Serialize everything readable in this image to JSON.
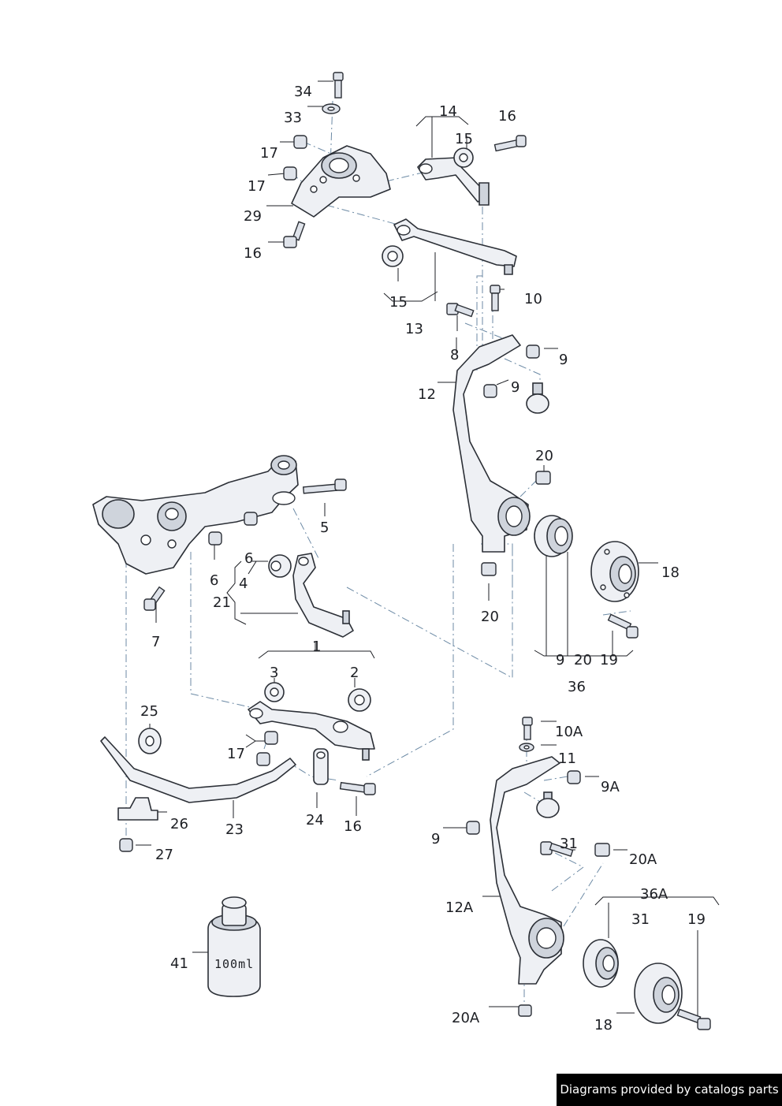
{
  "labels": {
    "l34": "34",
    "l33": "33",
    "l17a": "17",
    "l17b": "17",
    "l29": "29",
    "l16a": "16",
    "l14": "14",
    "l16b": "16",
    "l15a": "15",
    "l15b": "15",
    "l13": "13",
    "l10": "10",
    "l8": "8",
    "l9a": "9",
    "l9b": "9",
    "l12": "12",
    "l20a": "20",
    "l5": "5",
    "l6a": "6",
    "l6b": "6",
    "l4": "4",
    "l21": "21",
    "l7": "7",
    "l18a": "18",
    "l20b": "20",
    "l1": "1",
    "l9c": "9",
    "l20c": "20",
    "l19a": "19",
    "l36": "36",
    "l3": "3",
    "l2": "2",
    "l25": "25",
    "l17c": "17",
    "l10A": "10A",
    "l11": "11",
    "l9A": "9A",
    "l23": "23",
    "l24": "24",
    "l16c": "16",
    "l26": "26",
    "l27": "27",
    "l9d": "9",
    "l31a": "31",
    "l20Aa": "20A",
    "l36A": "36A",
    "l12A": "12A",
    "l31b": "31",
    "l19b": "19",
    "l41": "41",
    "l20Ab": "20A",
    "l18b": "18"
  },
  "can_label": "100ml",
  "footer": "Diagrams provided by catalogs parts"
}
